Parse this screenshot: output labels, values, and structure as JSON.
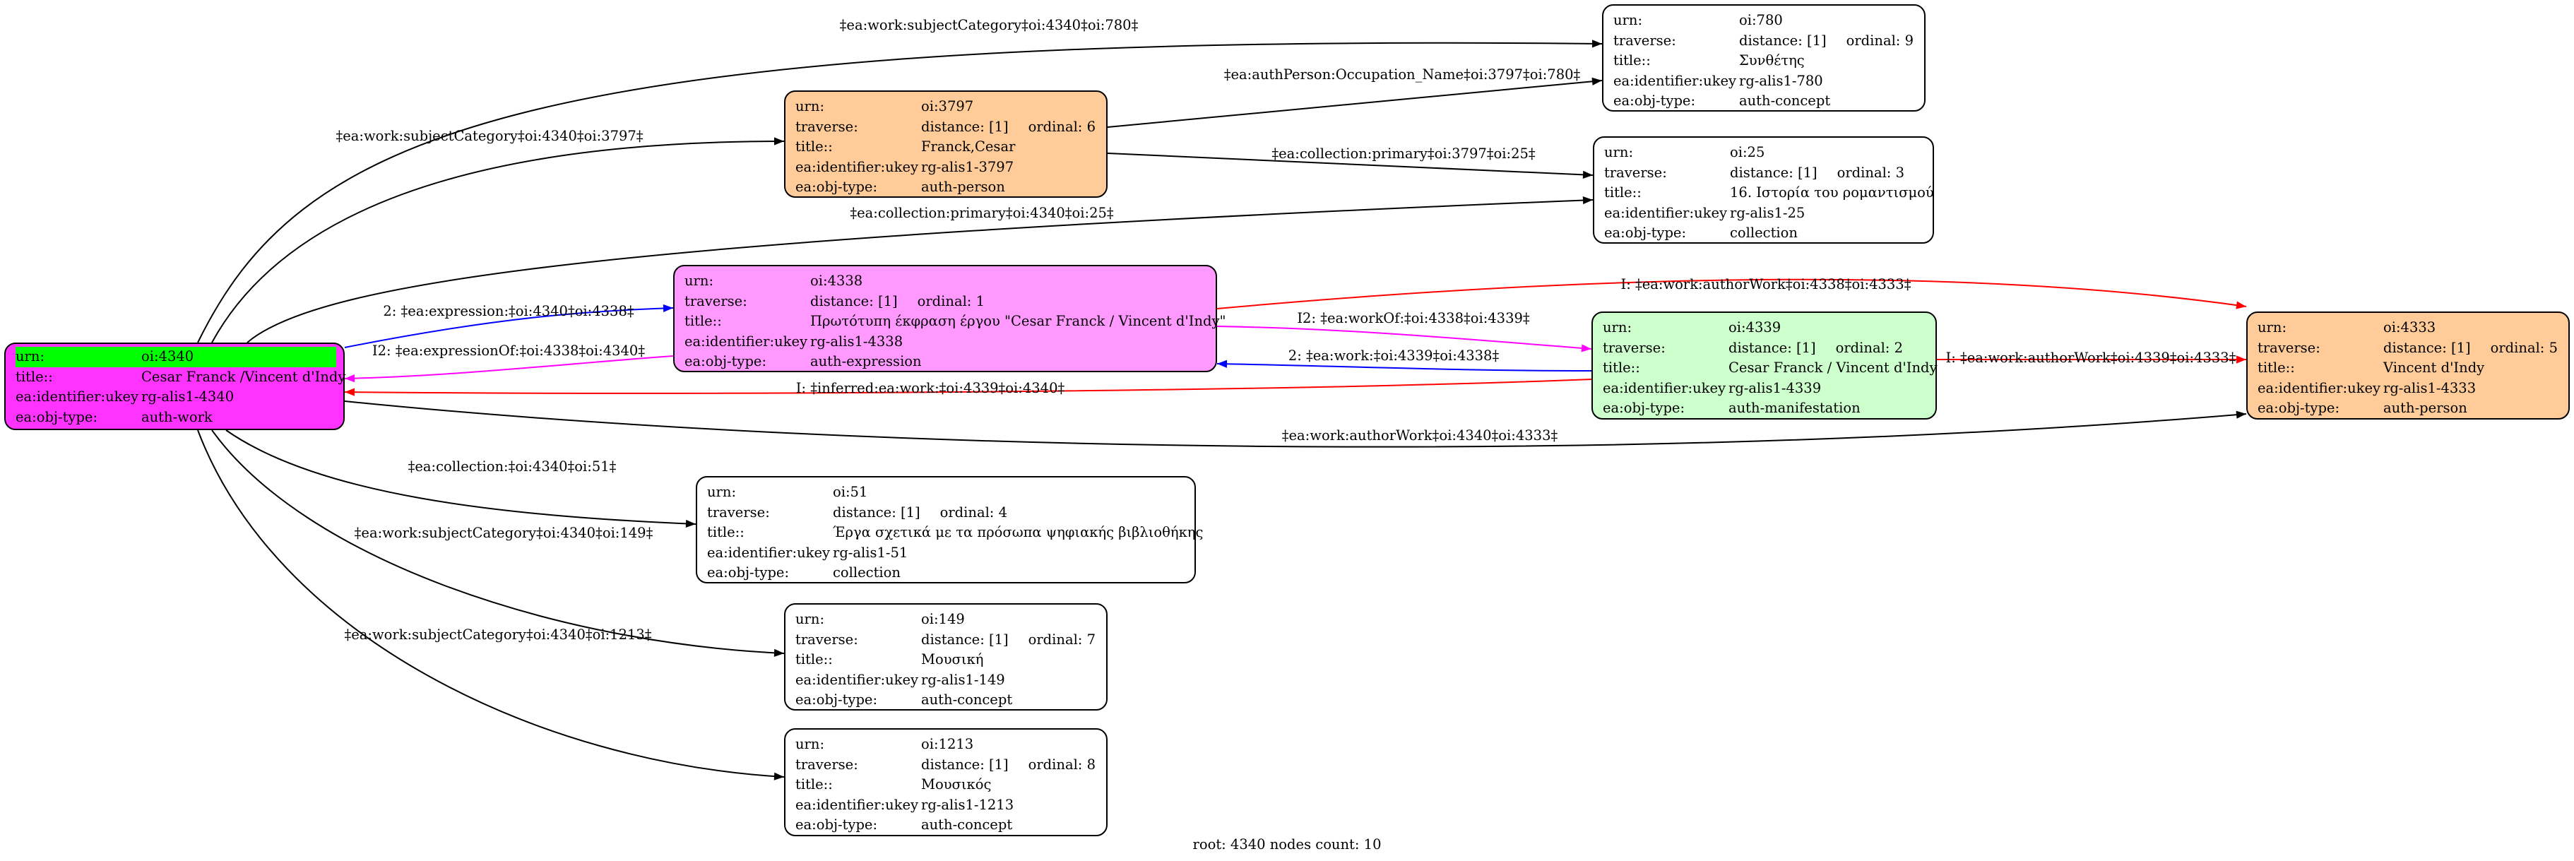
{
  "nodes": {
    "n4340": {
      "urn": "oi:4340",
      "title": "Cesar Franck /Vincent d'Indy",
      "ukey": "rg-alis1-4340",
      "objtype": "auth-work",
      "color": "#ff33ff"
    },
    "n3797": {
      "urn": "oi:3797",
      "traverse": "distance: [1]",
      "ordinal": "ordinal: 6",
      "title": "Franck,Cesar",
      "ukey": "rg-alis1-3797",
      "objtype": "auth-person",
      "color": "#ffcc99"
    },
    "n780": {
      "urn": "oi:780",
      "traverse": "distance: [1]",
      "ordinal": "ordinal: 9",
      "title": "Συνθέτης",
      "ukey": "rg-alis1-780",
      "objtype": "auth-concept",
      "color": "#ffffff"
    },
    "n25": {
      "urn": "oi:25",
      "traverse": "distance: [1]",
      "ordinal": "ordinal: 3",
      "title": "16. Ιστορία του ρομαντισμού",
      "ukey": "rg-alis1-25",
      "objtype": "collection",
      "color": "#ffffff"
    },
    "n4338": {
      "urn": "oi:4338",
      "traverse": "distance: [1]",
      "ordinal": "ordinal: 1",
      "title": "Πρωτότυπη έκφραση έργου \"Cesar Franck / Vincent d'Indy\"",
      "ukey": "rg-alis1-4338",
      "objtype": "auth-expression",
      "color": "#ff99ff"
    },
    "n4339": {
      "urn": "oi:4339",
      "traverse": "distance: [1]",
      "ordinal": "ordinal: 2",
      "title": "Cesar Franck / Vincent d'Indy",
      "ukey": "rg-alis1-4339",
      "objtype": "auth-manifestation",
      "color": "#ccffcc"
    },
    "n4333": {
      "urn": "oi:4333",
      "traverse": "distance: [1]",
      "ordinal": "ordinal: 5",
      "title": "Vincent d'Indy",
      "ukey": "rg-alis1-4333",
      "objtype": "auth-person",
      "color": "#ffcc99"
    },
    "n51": {
      "urn": "oi:51",
      "traverse": "distance: [1]",
      "ordinal": "ordinal: 4",
      "title": "Έργα σχετικά με τα πρόσωπα ψηφιακής βιβλιοθήκης",
      "ukey": "rg-alis1-51",
      "objtype": "collection",
      "color": "#ffffff"
    },
    "n149": {
      "urn": "oi:149",
      "traverse": "distance: [1]",
      "ordinal": "ordinal: 7",
      "title": "Μουσική",
      "ukey": "rg-alis1-149",
      "objtype": "auth-concept",
      "color": "#ffffff"
    },
    "n1213": {
      "urn": "oi:1213",
      "traverse": "distance: [1]",
      "ordinal": "ordinal: 8",
      "title": "Μουσικός",
      "ukey": "rg-alis1-1213",
      "objtype": "auth-concept",
      "color": "#ffffff"
    }
  },
  "field_labels": {
    "urn": "urn:",
    "traverse": "traverse:",
    "title": "title::",
    "ukey": "ea:identifier:ukey",
    "objtype": "ea:obj-type:"
  },
  "edges": [
    {
      "from": "n4340",
      "to": "n780",
      "label": "‡ea:work:subjectCategory‡oi:4340‡oi:780‡",
      "color": "#000000"
    },
    {
      "from": "n4340",
      "to": "n3797",
      "label": "‡ea:work:subjectCategory‡oi:4340‡oi:3797‡",
      "color": "#000000"
    },
    {
      "from": "n3797",
      "to": "n780",
      "label": "‡ea:authPerson:Occupation_Name‡oi:3797‡oi:780‡",
      "color": "#000000"
    },
    {
      "from": "n3797",
      "to": "n25",
      "label": "‡ea:collection:primary‡oi:3797‡oi:25‡",
      "color": "#000000"
    },
    {
      "from": "n4340",
      "to": "n25",
      "label": "‡ea:collection:primary‡oi:4340‡oi:25‡",
      "color": "#000000"
    },
    {
      "from": "n4340",
      "to": "n4338",
      "label": "2: ‡ea:expression:‡oi:4340‡oi:4338‡",
      "color": "#0000ff"
    },
    {
      "from": "n4338",
      "to": "n4340",
      "label": "I2: ‡ea:expressionOf:‡oi:4338‡oi:4340‡",
      "color": "#ff00ff"
    },
    {
      "from": "n4338",
      "to": "n4333",
      "label": "I: ‡ea:work:authorWork‡oi:4338‡oi:4333‡",
      "color": "#ff0000"
    },
    {
      "from": "n4338",
      "to": "n4339",
      "label": "I2: ‡ea:workOf:‡oi:4338‡oi:4339‡",
      "color": "#ff00ff"
    },
    {
      "from": "n4339",
      "to": "n4338",
      "label": "2: ‡ea:work:‡oi:4339‡oi:4338‡",
      "color": "#0000ff"
    },
    {
      "from": "n4339",
      "to": "n4340",
      "label": "I: ‡inferred:ea:work:‡oi:4339‡oi:4340‡",
      "color": "#ff0000"
    },
    {
      "from": "n4339",
      "to": "n4333",
      "label": "I: ‡ea:work:authorWork‡oi:4339‡oi:4333‡",
      "color": "#ff0000"
    },
    {
      "from": "n4340",
      "to": "n4333",
      "label": "‡ea:work:authorWork‡oi:4340‡oi:4333‡",
      "color": "#000000"
    },
    {
      "from": "n4340",
      "to": "n51",
      "label": "‡ea:collection:‡oi:4340‡oi:51‡",
      "color": "#000000"
    },
    {
      "from": "n4340",
      "to": "n149",
      "label": "‡ea:work:subjectCategory‡oi:4340‡oi:149‡",
      "color": "#000000"
    },
    {
      "from": "n4340",
      "to": "n1213",
      "label": "‡ea:work:subjectCategory‡oi:4340‡oi:1213‡",
      "color": "#000000"
    }
  ],
  "root_highlight": "#00ff00",
  "footer": "root: 4340 nodes count: 10"
}
